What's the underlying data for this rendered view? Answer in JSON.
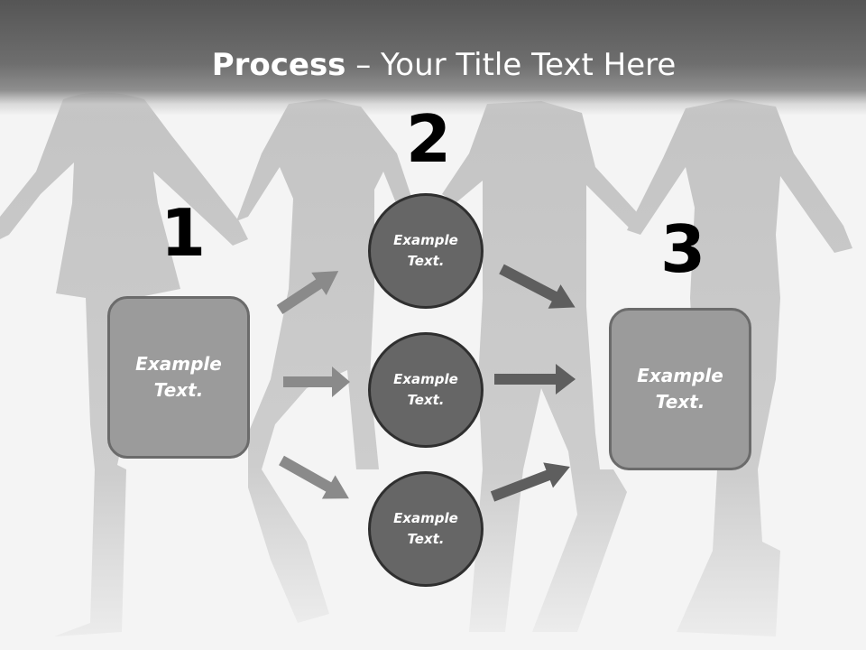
{
  "title": {
    "bold": "Process",
    "rest": " – Your Title Text Here"
  },
  "steps": [
    {
      "number": "1",
      "box_text": "Example\nText."
    },
    {
      "number": "2"
    },
    {
      "number": "3",
      "box_text": "Example\nText."
    }
  ],
  "circles": [
    {
      "text": "Example\nText."
    },
    {
      "text": "Example\nText."
    },
    {
      "text": "Example\nText."
    }
  ],
  "colors": {
    "box_fill": "#9b9b9b",
    "box_border": "#6b6b6b",
    "circle_fill": "#666666",
    "circle_border": "#2f2f2f",
    "arrow_light": "#8a8a8a",
    "arrow_dark": "#5e5e5e"
  }
}
